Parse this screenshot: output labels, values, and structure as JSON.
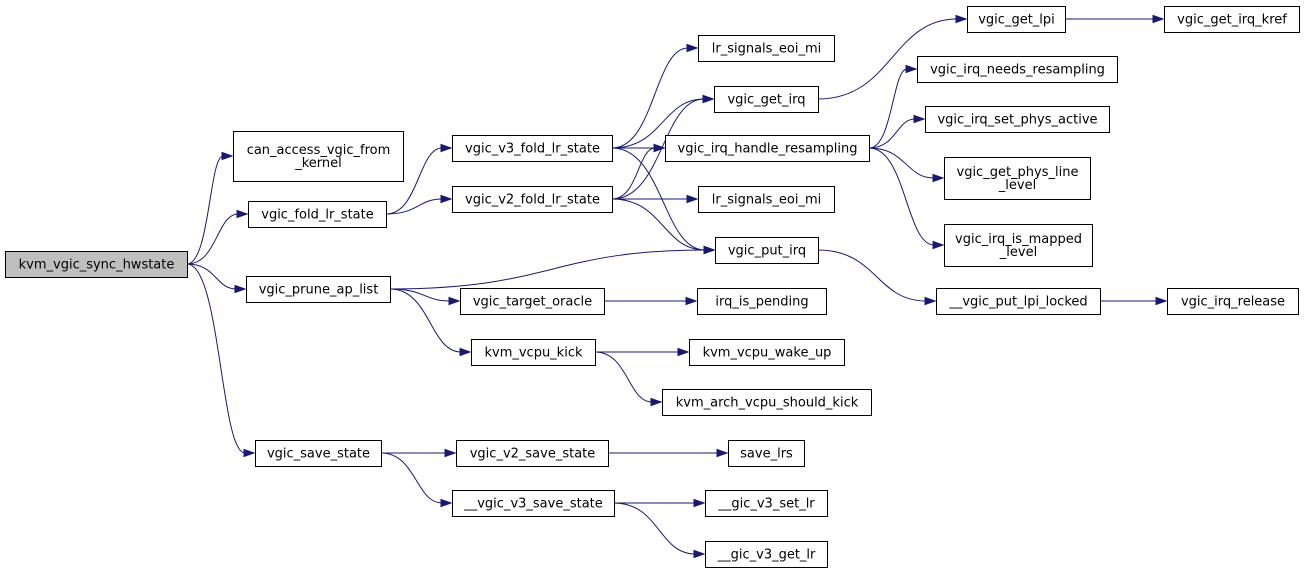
{
  "graph": {
    "kind": "call-graph",
    "colors": {
      "edge": "#191970",
      "node_border": "#000000",
      "root_fill": "#bfbfbf",
      "node_fill": "#ffffff"
    },
    "nodes": [
      {
        "id": "n0",
        "lines": [
          "kvm_vgic_sync_hwstate"
        ],
        "root": true
      },
      {
        "id": "n1",
        "lines": [
          "can_access_vgic_from",
          "_kernel"
        ]
      },
      {
        "id": "n2",
        "lines": [
          "vgic_fold_lr_state"
        ]
      },
      {
        "id": "n3",
        "lines": [
          "vgic_prune_ap_list"
        ]
      },
      {
        "id": "n4",
        "lines": [
          "vgic_save_state"
        ]
      },
      {
        "id": "n5",
        "lines": [
          "vgic_v3_fold_lr_state"
        ]
      },
      {
        "id": "n6",
        "lines": [
          "vgic_v2_fold_lr_state"
        ]
      },
      {
        "id": "n7",
        "lines": [
          "vgic_target_oracle"
        ]
      },
      {
        "id": "n8",
        "lines": [
          "kvm_vcpu_kick"
        ]
      },
      {
        "id": "n9",
        "lines": [
          "vgic_v2_save_state"
        ]
      },
      {
        "id": "n10",
        "lines": [
          "__vgic_v3_save_state"
        ]
      },
      {
        "id": "n11",
        "lines": [
          "lr_signals_eoi_mi"
        ]
      },
      {
        "id": "n12",
        "lines": [
          "vgic_get_irq"
        ]
      },
      {
        "id": "n13",
        "lines": [
          "vgic_irq_handle_resampling"
        ]
      },
      {
        "id": "n14",
        "lines": [
          "lr_signals_eoi_mi"
        ]
      },
      {
        "id": "n15",
        "lines": [
          "vgic_put_irq"
        ]
      },
      {
        "id": "n16",
        "lines": [
          "irq_is_pending"
        ]
      },
      {
        "id": "n17",
        "lines": [
          "kvm_vcpu_wake_up"
        ]
      },
      {
        "id": "n18",
        "lines": [
          "kvm_arch_vcpu_should_kick"
        ]
      },
      {
        "id": "n19",
        "lines": [
          "save_lrs"
        ]
      },
      {
        "id": "n20",
        "lines": [
          "__gic_v3_set_lr"
        ]
      },
      {
        "id": "n21",
        "lines": [
          "__gic_v3_get_lr"
        ]
      },
      {
        "id": "n22",
        "lines": [
          "vgic_get_lpi"
        ]
      },
      {
        "id": "n23",
        "lines": [
          "vgic_get_irq_kref"
        ]
      },
      {
        "id": "n24",
        "lines": [
          "vgic_irq_needs_resampling"
        ]
      },
      {
        "id": "n25",
        "lines": [
          "vgic_irq_set_phys_active"
        ]
      },
      {
        "id": "n26",
        "lines": [
          "vgic_get_phys_line",
          "_level"
        ]
      },
      {
        "id": "n27",
        "lines": [
          "vgic_irq_is_mapped",
          "_level"
        ]
      },
      {
        "id": "n28",
        "lines": [
          "__vgic_put_lpi_locked"
        ]
      },
      {
        "id": "n29",
        "lines": [
          "vgic_irq_release"
        ]
      }
    ],
    "edges": [
      [
        "n0",
        "n1"
      ],
      [
        "n0",
        "n2"
      ],
      [
        "n0",
        "n3"
      ],
      [
        "n0",
        "n4"
      ],
      [
        "n2",
        "n5"
      ],
      [
        "n2",
        "n6"
      ],
      [
        "n5",
        "n11"
      ],
      [
        "n5",
        "n12"
      ],
      [
        "n5",
        "n13"
      ],
      [
        "n5",
        "n15"
      ],
      [
        "n6",
        "n12"
      ],
      [
        "n6",
        "n13"
      ],
      [
        "n6",
        "n14"
      ],
      [
        "n6",
        "n15"
      ],
      [
        "n12",
        "n22"
      ],
      [
        "n22",
        "n23"
      ],
      [
        "n13",
        "n24"
      ],
      [
        "n13",
        "n25"
      ],
      [
        "n13",
        "n26"
      ],
      [
        "n13",
        "n27"
      ],
      [
        "n3",
        "n15"
      ],
      [
        "n3",
        "n7"
      ],
      [
        "n3",
        "n8"
      ],
      [
        "n7",
        "n16"
      ],
      [
        "n8",
        "n17"
      ],
      [
        "n8",
        "n18"
      ],
      [
        "n15",
        "n28"
      ],
      [
        "n28",
        "n29"
      ],
      [
        "n4",
        "n9"
      ],
      [
        "n4",
        "n10"
      ],
      [
        "n9",
        "n19"
      ],
      [
        "n10",
        "n20"
      ],
      [
        "n10",
        "n21"
      ]
    ]
  }
}
